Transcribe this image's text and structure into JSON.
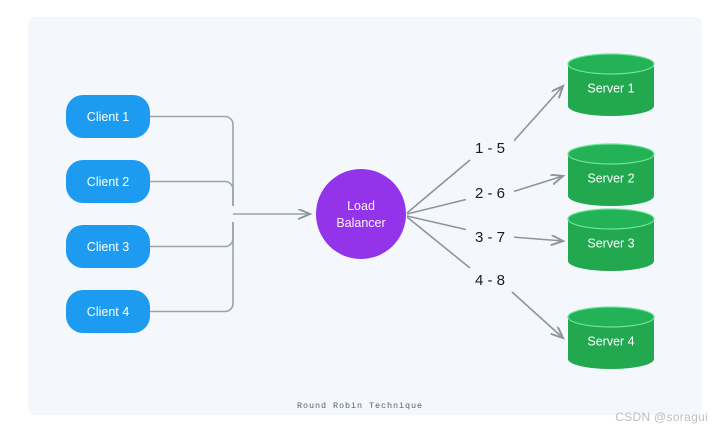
{
  "canvas": {
    "background_color": "#f4f8fd",
    "page_background_color": "#ffffff",
    "caption": "Round Robin Technique"
  },
  "watermark": {
    "text": "CSDN @soragui"
  },
  "colors": {
    "client_fill": "#1d9bf0",
    "load_balancer_fill": "#9333ea",
    "server_fill": "#22a84f",
    "server_top_fill": "#23b356",
    "connector_stroke": "#9aa3a8",
    "label_text": "#1a1a1a",
    "node_text": "#ffffff"
  },
  "clients": [
    {
      "label": "Client 1"
    },
    {
      "label": "Client 2"
    },
    {
      "label": "Client 3"
    },
    {
      "label": "Client 4"
    }
  ],
  "load_balancer": {
    "line1": "Load",
    "line2": "Balancer"
  },
  "servers": [
    {
      "label": "Server 1"
    },
    {
      "label": "Server 2"
    },
    {
      "label": "Server 3"
    },
    {
      "label": "Server 4"
    }
  ],
  "edge_labels": [
    {
      "text": "1 - 5"
    },
    {
      "text": "2 - 6"
    },
    {
      "text": "3 - 7"
    },
    {
      "text": "4 - 8"
    }
  ]
}
